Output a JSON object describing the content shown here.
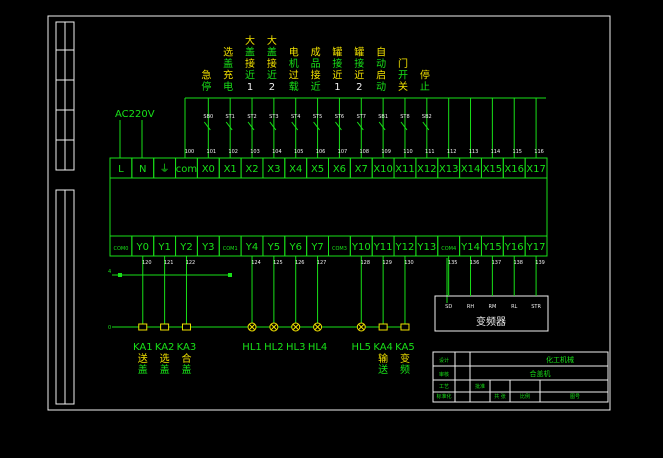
{
  "header_labels": [
    {
      "lines": [
        "急",
        "停"
      ]
    },
    {
      "lines": [
        "选",
        "盖",
        "充",
        "电"
      ]
    },
    {
      "lines": [
        "大",
        "盖",
        "接",
        "近",
        "1"
      ]
    },
    {
      "lines": [
        "大",
        "盖",
        "接",
        "近",
        "2"
      ]
    },
    {
      "lines": [
        "电",
        "机",
        "过",
        "载"
      ]
    },
    {
      "lines": [
        "成",
        "品",
        "接",
        "近"
      ]
    },
    {
      "lines": [
        "罐",
        "接",
        "近",
        "1"
      ]
    },
    {
      "lines": [
        "罐",
        "接",
        "近",
        "2"
      ]
    },
    {
      "lines": [
        "自",
        "动",
        "启",
        "动"
      ]
    },
    {
      "lines": [
        "门",
        "开",
        "关"
      ]
    },
    {
      "lines": [
        "停",
        "止"
      ]
    }
  ],
  "supply_label": "AC220V",
  "switch_labels": [
    "SB0",
    "ST1",
    "ST2",
    "ST3",
    "ST4",
    "ST5",
    "ST6",
    "ST7",
    "SB1",
    "ST8",
    "SB2"
  ],
  "input_wire_numbers": [
    "100",
    "101",
    "102",
    "103",
    "104",
    "105",
    "106",
    "107",
    "108",
    "109",
    "110",
    "111",
    "112",
    "113",
    "114",
    "115",
    "116"
  ],
  "top_terminals": [
    "L",
    "N",
    "⏚",
    "com",
    "X0",
    "X1",
    "X2",
    "X3",
    "X4",
    "X5",
    "X6",
    "X7",
    "X10",
    "X11",
    "X12",
    "X13",
    "X14",
    "X15",
    "X16",
    "X17"
  ],
  "bottom_terminals": [
    "COM0",
    "Y0",
    "Y1",
    "Y2",
    "Y3",
    "COM1",
    "Y4",
    "Y5",
    "Y6",
    "Y7",
    "COM3",
    "Y10",
    "Y11",
    "Y12",
    "Y13",
    "COM4",
    "Y14",
    "Y15",
    "Y16",
    "Y17"
  ],
  "output_wire_numbers": [
    "120",
    "121",
    "122",
    "124",
    "125",
    "126",
    "127",
    "128",
    "129",
    "130",
    "135",
    "136",
    "137",
    "138",
    "139"
  ],
  "inverter_terminals": [
    "SD",
    "RH",
    "RM",
    "RL",
    "STR"
  ],
  "inverter_label": "变频器",
  "bus_labels": [
    "4",
    "0"
  ],
  "load_labels": [
    {
      "code": "KA1",
      "desc": [
        "送",
        "盖"
      ]
    },
    {
      "code": "KA2",
      "desc": [
        "选",
        "盖"
      ]
    },
    {
      "code": "KA3",
      "desc": [
        "合",
        "盖"
      ]
    },
    {
      "code": "HL1",
      "desc": []
    },
    {
      "code": "HL2",
      "desc": []
    },
    {
      "code": "HL3",
      "desc": []
    },
    {
      "code": "HL4",
      "desc": []
    },
    {
      "code": "HL5",
      "desc": []
    },
    {
      "code": "KA4",
      "desc": [
        "输",
        "送"
      ]
    },
    {
      "code": "KA5",
      "desc": [
        "变",
        "频"
      ]
    }
  ],
  "title_block": {
    "title": "化工机械",
    "subtitle": "合盖机",
    "cells": [
      "设计",
      "审核",
      "工艺",
      "标准化",
      "批准",
      "共 张",
      "比例",
      "图号"
    ]
  },
  "colors": {
    "line": "#18e018",
    "text": "#f0f0f0",
    "accent": "#f0e000",
    "background": "#000000"
  }
}
